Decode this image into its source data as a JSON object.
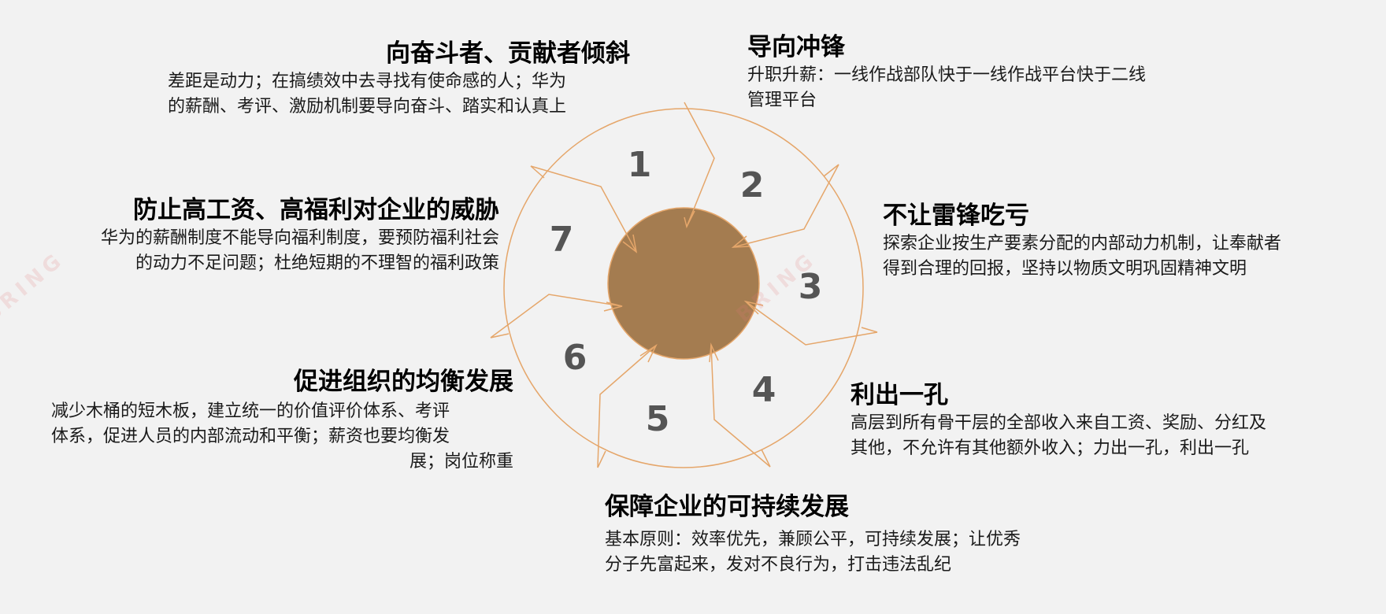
{
  "colors": {
    "background": "#f2f2f2",
    "center_fill": "#a47c50",
    "line": "#e5a66a",
    "number": "#555555"
  },
  "center": {
    "label": ""
  },
  "numbers": [
    "1",
    "2",
    "3",
    "4",
    "5",
    "6",
    "7"
  ],
  "items": [
    {
      "number": "1",
      "title": "向奋斗者、贡献者倾斜",
      "desc": [
        "差距是动力；在搞绩效中去寻找有使命感的人；华为",
        "的薪酬、考评、激励机制要导向奋斗、踏实和认真上"
      ]
    },
    {
      "number": "2",
      "title": "导向冲锋",
      "desc": [
        "升职升薪：一线作战部队快于一线作战平台快于二线",
        "管理平台"
      ]
    },
    {
      "number": "3",
      "title": "不让雷锋吃亏",
      "desc": [
        "探索企业按生产要素分配的内部动力机制，让奉献者",
        "得到合理的回报，坚持以物质文明巩固精神文明"
      ]
    },
    {
      "number": "4",
      "title": "利出一孔",
      "desc": [
        "高层到所有骨干层的全部收入来自工资、奖励、分红及",
        "其他，不允许有其他额外收入；力出一孔，利出一孔"
      ]
    },
    {
      "number": "5",
      "title": "保障企业的可持续发展",
      "desc": [
        "基本原则：效率优先，兼顾公平，可持续发展；让优秀",
        "分子先富起来，发对不良行为，打击违法乱纪"
      ]
    },
    {
      "number": "6",
      "title": "促进组织的均衡发展",
      "desc": [
        "减少木桶的短木板，建立统一的价值评价体系、考评",
        "体系，促进人员的内部流动和平衡；薪资也要均衡发",
        "展；岗位称重"
      ]
    },
    {
      "number": "7",
      "title": "防止高工资、高福利对企业的威胁",
      "desc": [
        "华为的薪酬制度不能导向福利制度，要预防福利社会",
        "的动力不足问题；杜绝短期的不理智的福利政策"
      ]
    }
  ],
  "watermark": "BRING"
}
